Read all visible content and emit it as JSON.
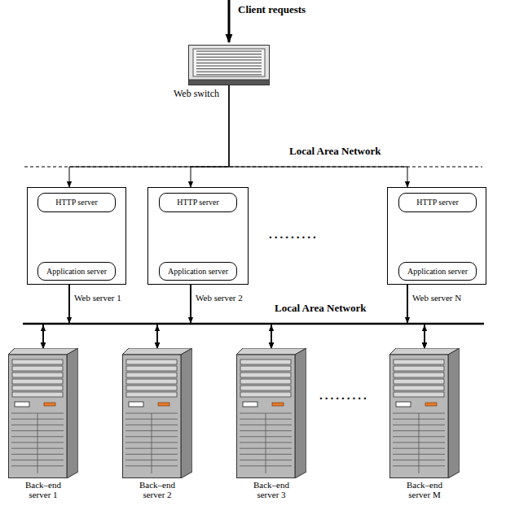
{
  "diagram": {
    "nodes": [
      {
        "text": [
          "Web switch"
        ]
      },
      {
        "text": [
          "Web server 1"
        ]
      },
      {
        "text": [
          "HTTP server"
        ],
        "in": 1
      },
      {
        "text": [
          "Application server"
        ],
        "in": 1
      },
      {
        "text": [
          "Web server 2"
        ]
      },
      {
        "text": [
          "HTTP server"
        ],
        "in": 4
      },
      {
        "text": [
          "Application server"
        ],
        "in": 4
      },
      {
        "text": [
          "Web server N"
        ]
      },
      {
        "text": [
          "HTTP server"
        ],
        "in": 7
      },
      {
        "text": [
          "Application server"
        ],
        "in": 7
      },
      {
        "text": [
          "Back–end server 1"
        ]
      },
      {
        "text": [
          "Back–end server 2"
        ]
      },
      {
        "text": [
          "Back–end server 3"
        ]
      },
      {
        "text": [
          "Back–end server M"
        ]
      }
    ],
    "edges": [
      {
        "from": 0,
        "to": 1,
        "arrow": "to"
      },
      {
        "from": 0,
        "to": 4,
        "arrow": "to"
      },
      {
        "from": 0,
        "to": 7,
        "arrow": "to"
      },
      {
        "from": 2,
        "to": 3,
        "arrow": "both"
      },
      {
        "from": 5,
        "to": 6,
        "arrow": "both"
      },
      {
        "from": 8,
        "to": 9,
        "arrow": "both"
      },
      {
        "from": 1,
        "to": 10,
        "arrow": "to"
      },
      {
        "from": 1,
        "to": 11,
        "arrow": "to"
      },
      {
        "from": 1,
        "to": 12,
        "arrow": "to"
      },
      {
        "from": 1,
        "to": 13,
        "arrow": "to"
      },
      {
        "from": 4,
        "to": 10,
        "arrow": "to"
      },
      {
        "from": 4,
        "to": 11,
        "arrow": "to"
      },
      {
        "from": 4,
        "to": 12,
        "arrow": "to"
      },
      {
        "from": 4,
        "to": 13,
        "arrow": "to"
      },
      {
        "from": 7,
        "to": 10,
        "arrow": "to"
      },
      {
        "from": 7,
        "to": 11,
        "arrow": "to"
      },
      {
        "from": 7,
        "to": 12,
        "arrow": "to"
      },
      {
        "from": 7,
        "to": 13,
        "arrow": "to"
      }
    ],
    "labels": [
      "Client requests",
      "Local Area Network",
      "Local Area Network",
      ".........",
      "........."
    ]
  }
}
